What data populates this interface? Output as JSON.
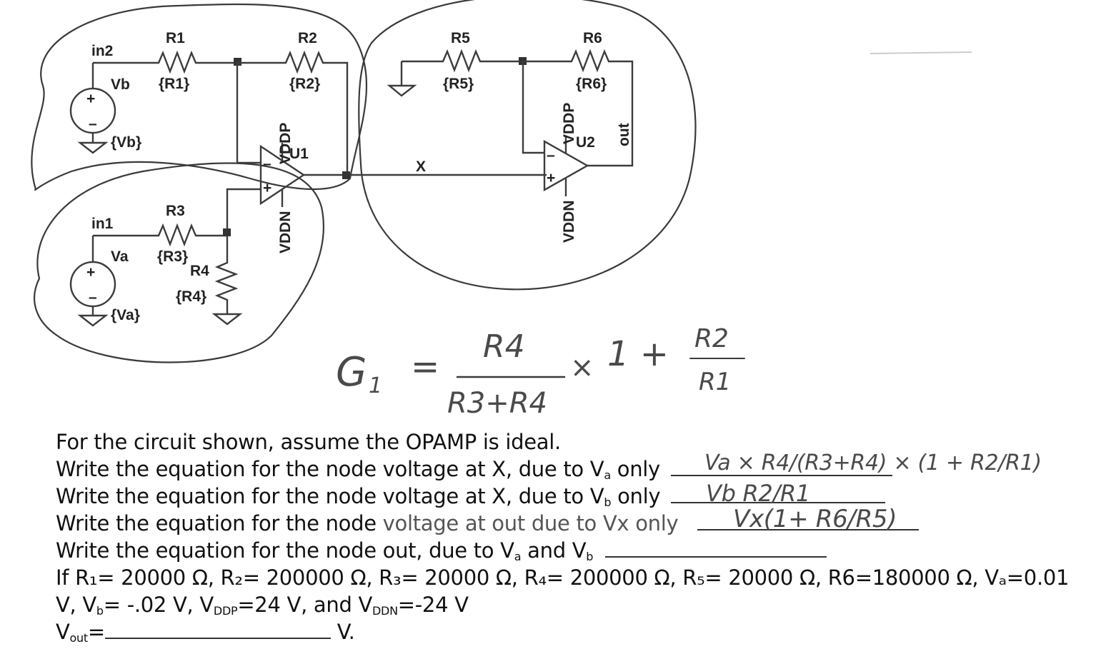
{
  "schematic": {
    "inputs": [
      {
        "node": "in2",
        "source": "Vb",
        "value": "{Vb}"
      },
      {
        "node": "in1",
        "source": "Va",
        "value": "{Va}"
      }
    ],
    "resistors": [
      {
        "name": "R1",
        "value": "{R1}"
      },
      {
        "name": "R2",
        "value": "{R2}"
      },
      {
        "name": "R3",
        "value": "{R3}"
      },
      {
        "name": "R4",
        "value": "{R4}"
      },
      {
        "name": "R5",
        "value": "{R5}"
      },
      {
        "name": "R6",
        "value": "{R6}"
      }
    ],
    "opamps": [
      "U1",
      "U2"
    ],
    "supply_pos": "VDDP",
    "supply_neg": "VDDN",
    "node_x": "X",
    "node_out": "out"
  },
  "handwritten": {
    "gain_formula": {
      "lhs": "G",
      "lhs_sub": "1",
      "equals": "=",
      "num": "R4",
      "den": "R3+R4",
      "times": "×",
      "one_plus": "1 +",
      "frac_num": "R2",
      "frac_den": "R1"
    },
    "answer_va": "Va × R4/(R3+R4) × (1 + R2/R1)",
    "answer_vb": "Vb R2/R1",
    "answer_vx": "Vx(1+ R6/R5)"
  },
  "problem": {
    "intro": "For the circuit shown, assume the OPAMP is ideal.",
    "q1": {
      "text": "Write the equation for the node voltage at X, due to V",
      "sub": "a",
      "tail": " only"
    },
    "q2": {
      "text": "Write the equation for the node voltage at X, due to V",
      "sub": "b",
      "tail": " only"
    },
    "q3": {
      "text": "Write the equation for the node ",
      "gray": "voltage at out due to Vx only"
    },
    "q4": {
      "text": "Write the equation for the node out, due to V",
      "sub1": "a",
      "mid": " and V",
      "sub2": "b"
    },
    "given_line1": "If R₁= 20000 Ω, R₂= 200000 Ω, R₃= 20000 Ω, R₄= 200000 Ω, R₅= 20000 Ω, R6=180000 Ω, Vₐ=0.01",
    "given_line2": {
      "p1": "V, V",
      "s1": "b",
      "p2": "= -.02 V, V",
      "s2": "DDP",
      "p3": "=24 V, and V",
      "s3": "DDN",
      "p4": "=-24 V"
    },
    "vout": {
      "label": "V",
      "sub": "out",
      "eq": "=",
      "unit": " V."
    }
  }
}
